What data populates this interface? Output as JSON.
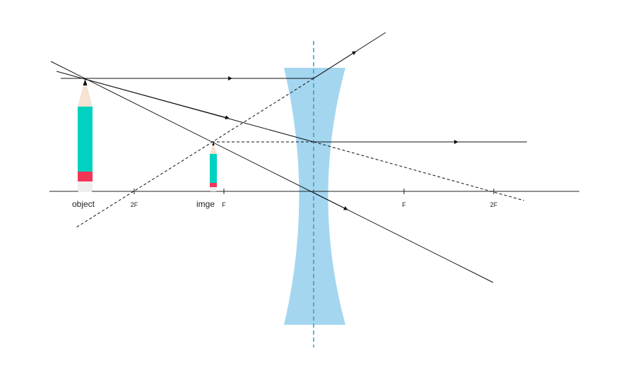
{
  "labels": {
    "object": "object",
    "image": "imge",
    "f_left": "F",
    "two_f_left": "2F",
    "f_right": "F",
    "two_f_right": "2F"
  },
  "colors": {
    "lens_fill": "#9fd4ef",
    "optical_center_line": "#2a9bd8",
    "ray": "#111111",
    "axis": "#222222",
    "pencil_body": "#00d1c1",
    "pencil_band": "#f23657",
    "pencil_wood": "#f5e3d3",
    "pencil_tip": "#111111",
    "pencil_eraser": "#eeeeee"
  },
  "icons": {
    "lens": "concave-lens-icon",
    "object": "pencil-object-icon",
    "image": "pencil-image-icon"
  }
}
